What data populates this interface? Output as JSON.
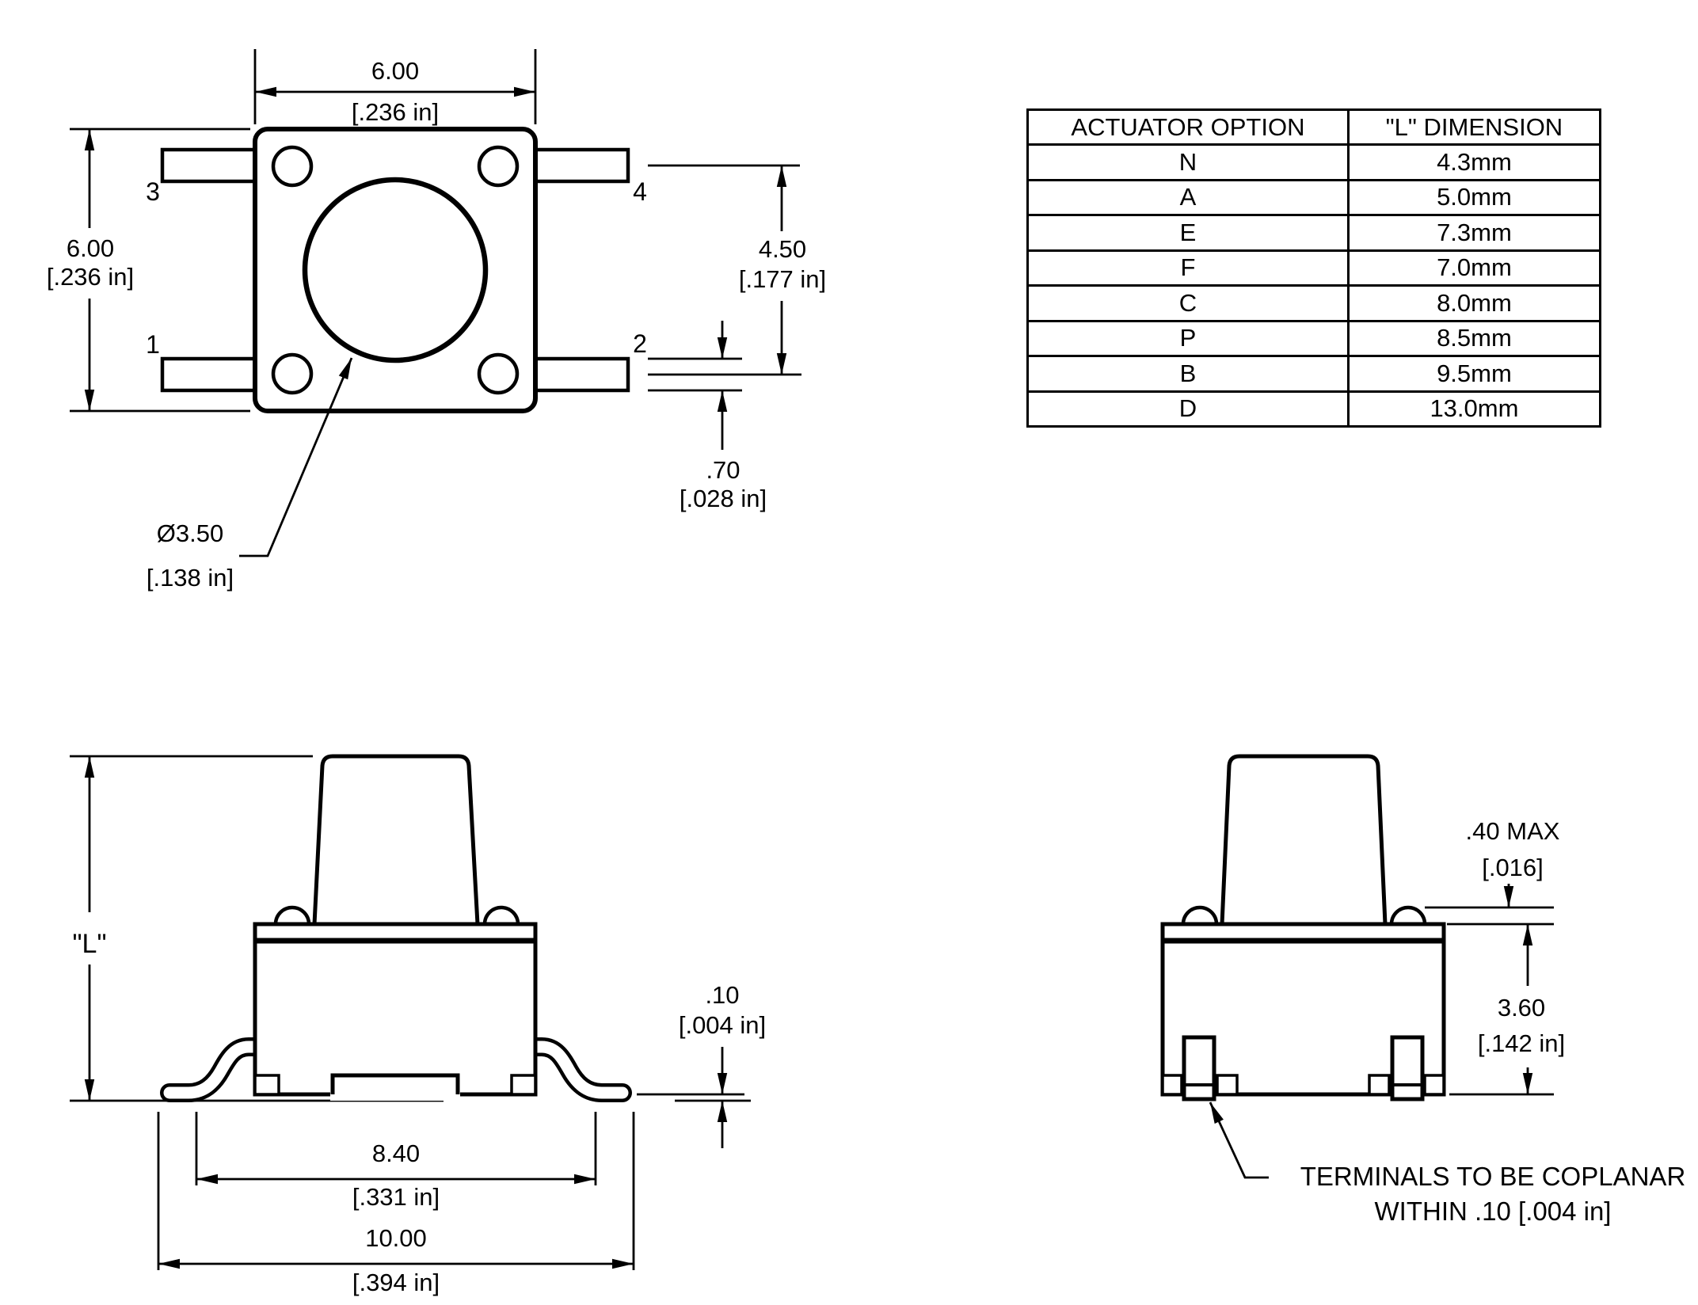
{
  "drawing": {
    "top_view": {
      "pin_labels": {
        "p1": "1",
        "p2": "2",
        "p3": "3",
        "p4": "4"
      },
      "dim_width_mm": "6.00",
      "dim_width_in": "[.236 in]",
      "dim_height_mm": "6.00",
      "dim_height_in": "[.236 in]",
      "dim_pin_pitch_mm": "4.50",
      "dim_pin_pitch_in": "[.177 in]",
      "dim_pin_thickness_mm": ".70",
      "dim_pin_thickness_in": "[.028 in]",
      "dim_actuator_dia_mm": "Ø3.50",
      "dim_actuator_dia_in": "[.138 in]"
    },
    "side_view": {
      "height_label": "\"L\"",
      "dim_foot_flat_span_mm": "8.40",
      "dim_foot_flat_span_in": "[.331 in]",
      "dim_overall_span_mm": "10.00",
      "dim_overall_span_in": "[.394 in]",
      "dim_coplanarity_mm": ".10",
      "dim_coplanarity_in": "[.004 in]"
    },
    "front_view": {
      "dim_bump_height_mm": ".40 MAX",
      "dim_bump_height_in": "[.016]",
      "dim_body_height_mm": "3.60",
      "dim_body_height_in": "[.142 in]",
      "coplanar_note_line1": "TERMINALS TO BE COPLANAR",
      "coplanar_note_line2": "WITHIN .10 [.004 in]"
    }
  },
  "table": {
    "headers": [
      "ACTUATOR OPTION",
      "\"L\" DIMENSION"
    ],
    "rows": [
      [
        "N",
        "4.3mm"
      ],
      [
        "A",
        "5.0mm"
      ],
      [
        "E",
        "7.3mm"
      ],
      [
        "F",
        "7.0mm"
      ],
      [
        "C",
        "8.0mm"
      ],
      [
        "P",
        "8.5mm"
      ],
      [
        "B",
        "9.5mm"
      ],
      [
        "D",
        "13.0mm"
      ]
    ]
  }
}
